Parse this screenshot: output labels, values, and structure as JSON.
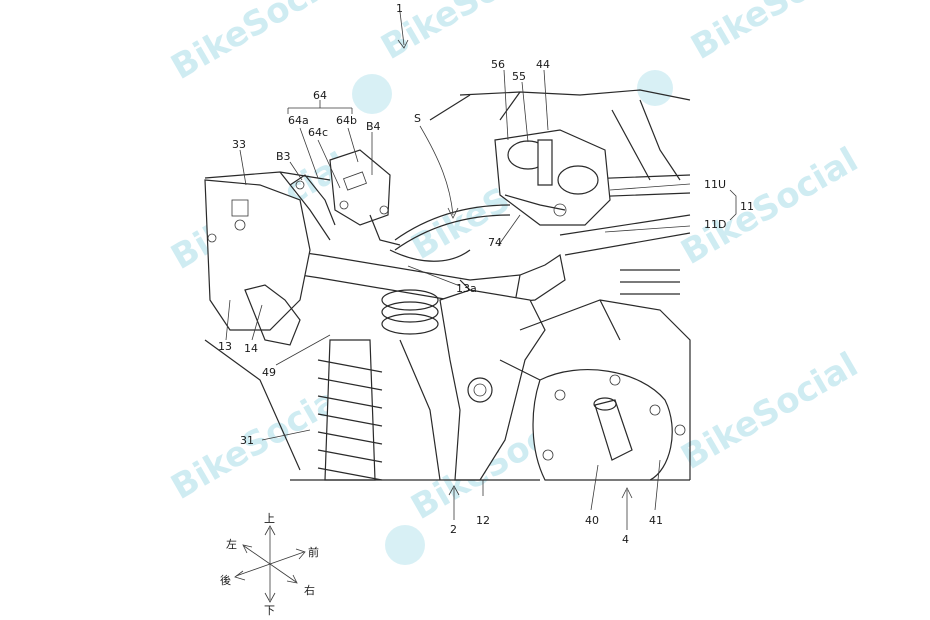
{
  "watermark": {
    "text": "BikeSocial",
    "color": "#a9dde8"
  },
  "figure_number": "1",
  "labels": {
    "l64": "64",
    "l64a": "64a",
    "l64b": "64b",
    "l64c": "64c",
    "lB4": "B4",
    "lB3": "B3",
    "lS": "S",
    "l33": "33",
    "l56": "56",
    "l55": "55",
    "l44": "44",
    "l11U": "11U",
    "l11": "11",
    "l11D": "11D",
    "l74": "74",
    "l13a": "13a",
    "l13": "13",
    "l14": "14",
    "l49": "49",
    "l31": "31",
    "l2": "2",
    "l12": "12",
    "l40": "40",
    "l4": "4",
    "l41": "41"
  },
  "compass": {
    "up": "上",
    "down": "下",
    "left": "左",
    "right": "右",
    "front": "前",
    "back": "後"
  }
}
